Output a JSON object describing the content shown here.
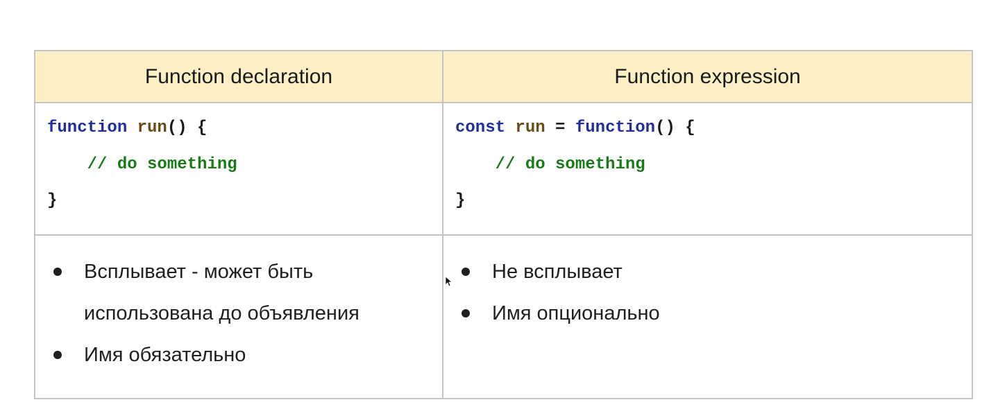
{
  "table": {
    "headers": [
      "Function declaration",
      "Function expression"
    ],
    "declaration_code": [
      [
        {
          "t": "kw",
          "v": "function"
        },
        {
          "t": "pn",
          "v": " "
        },
        {
          "t": "fn",
          "v": "run"
        },
        {
          "t": "pn",
          "v": "() {"
        }
      ],
      [
        {
          "t": "pn",
          "v": "    "
        },
        {
          "t": "cm",
          "v": "// do something"
        }
      ],
      [
        {
          "t": "pn",
          "v": "}"
        }
      ]
    ],
    "expression_code": [
      [
        {
          "t": "kw",
          "v": "const"
        },
        {
          "t": "pn",
          "v": " "
        },
        {
          "t": "fn",
          "v": "run"
        },
        {
          "t": "pn",
          "v": " = "
        },
        {
          "t": "kw",
          "v": "function"
        },
        {
          "t": "pn",
          "v": "() {"
        }
      ],
      [
        {
          "t": "pn",
          "v": "    "
        },
        {
          "t": "cm",
          "v": "// do something"
        }
      ],
      [
        {
          "t": "pn",
          "v": "}"
        }
      ]
    ],
    "declaration_notes": [
      "Всплывает - может быть использована до объявления",
      "Имя обязательно"
    ],
    "expression_notes": [
      "Не всплывает",
      "Имя опционально"
    ]
  },
  "colors": {
    "header_bg": "#fcefc5",
    "keyword": "#1f2f9e",
    "identifier": "#6b4a14",
    "comment": "#1a7a1a",
    "border": "#c4c4c4"
  },
  "icons": {
    "cursor": "mouse-pointer-icon"
  }
}
